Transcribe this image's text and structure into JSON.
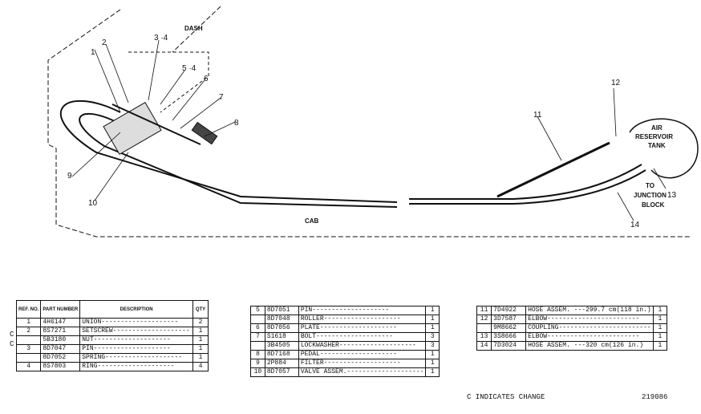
{
  "diagram": {
    "labels": {
      "dash": "DASH",
      "cab": "CAB",
      "tank_line1": "AIR",
      "tank_line2": "RESERVOIR",
      "tank_line3": "TANK",
      "junction_line1": "TO",
      "junction_line2": "JUNCTION",
      "junction_line3": "BLOCK"
    },
    "callouts": [
      "1",
      "2",
      "3 ·4",
      "5 ·4",
      "6",
      "7",
      "8",
      "9",
      "10",
      "11",
      "12",
      "13",
      "14"
    ]
  },
  "table_headers": {
    "ref_no": "REF. NO.",
    "part_number": "PART NUMBER",
    "description": "DESCRIPTION",
    "qty": "QTY"
  },
  "table1": {
    "rows": [
      {
        "ref": "1",
        "part": "4H6147",
        "desc": "UNION",
        "qty": "2"
      },
      {
        "ref": "2",
        "part": "8S7271",
        "desc": "SETSCREW",
        "qty": "1"
      },
      {
        "ref": "",
        "part": "5B3180",
        "desc": "NUT",
        "qty": "1"
      },
      {
        "ref": "3",
        "part": "8D7047",
        "desc": "PIN",
        "qty": "1"
      },
      {
        "ref": "",
        "part": "8D7052",
        "desc": "SPRING",
        "qty": "1"
      },
      {
        "ref": "4",
        "part": "8S7803",
        "desc": "RING",
        "qty": "4"
      }
    ],
    "c_marks": [
      "C",
      "C"
    ]
  },
  "table2": {
    "rows": [
      {
        "ref": "5",
        "part": "8D7051",
        "desc": "PIN",
        "qty": "1"
      },
      {
        "ref": "",
        "part": "8D7048",
        "desc": "ROLLER",
        "qty": "1"
      },
      {
        "ref": "6",
        "part": "8D7056",
        "desc": "PLATE",
        "qty": "1"
      },
      {
        "ref": "7",
        "part": "S1618",
        "desc": "BOLT",
        "qty": "3"
      },
      {
        "ref": "",
        "part": "3B4505",
        "desc": "LOCKWASHER",
        "qty": "3"
      },
      {
        "ref": "8",
        "part": "8D7168",
        "desc": "PEDAL",
        "qty": "1"
      },
      {
        "ref": "9",
        "part": "2P884",
        "desc": "FILTER",
        "qty": "1"
      },
      {
        "ref": "10",
        "part": "8D7057",
        "desc": "VALVE ASSEM.",
        "qty": "1"
      }
    ]
  },
  "table3": {
    "rows": [
      {
        "ref": "11",
        "part": "7D4922",
        "desc": "HOSE ASSEM.",
        "note": "299.7 cm(118 in.)",
        "qty": "1"
      },
      {
        "ref": "12",
        "part": "3D7587",
        "desc": "ELBOW",
        "note": "",
        "qty": "1"
      },
      {
        "ref": "",
        "part": "9M8662",
        "desc": "COUPLING",
        "note": "",
        "qty": "1"
      },
      {
        "ref": "13",
        "part": "3S8666",
        "desc": "ELBOW",
        "note": "",
        "qty": "1"
      },
      {
        "ref": "14",
        "part": "7D3024",
        "desc": "HOSE ASSEM.",
        "note": "320 cm(126 in.)",
        "qty": "1"
      }
    ]
  },
  "footer": {
    "change_note": "C INDICATES CHANGE",
    "figure_number": "219086"
  }
}
